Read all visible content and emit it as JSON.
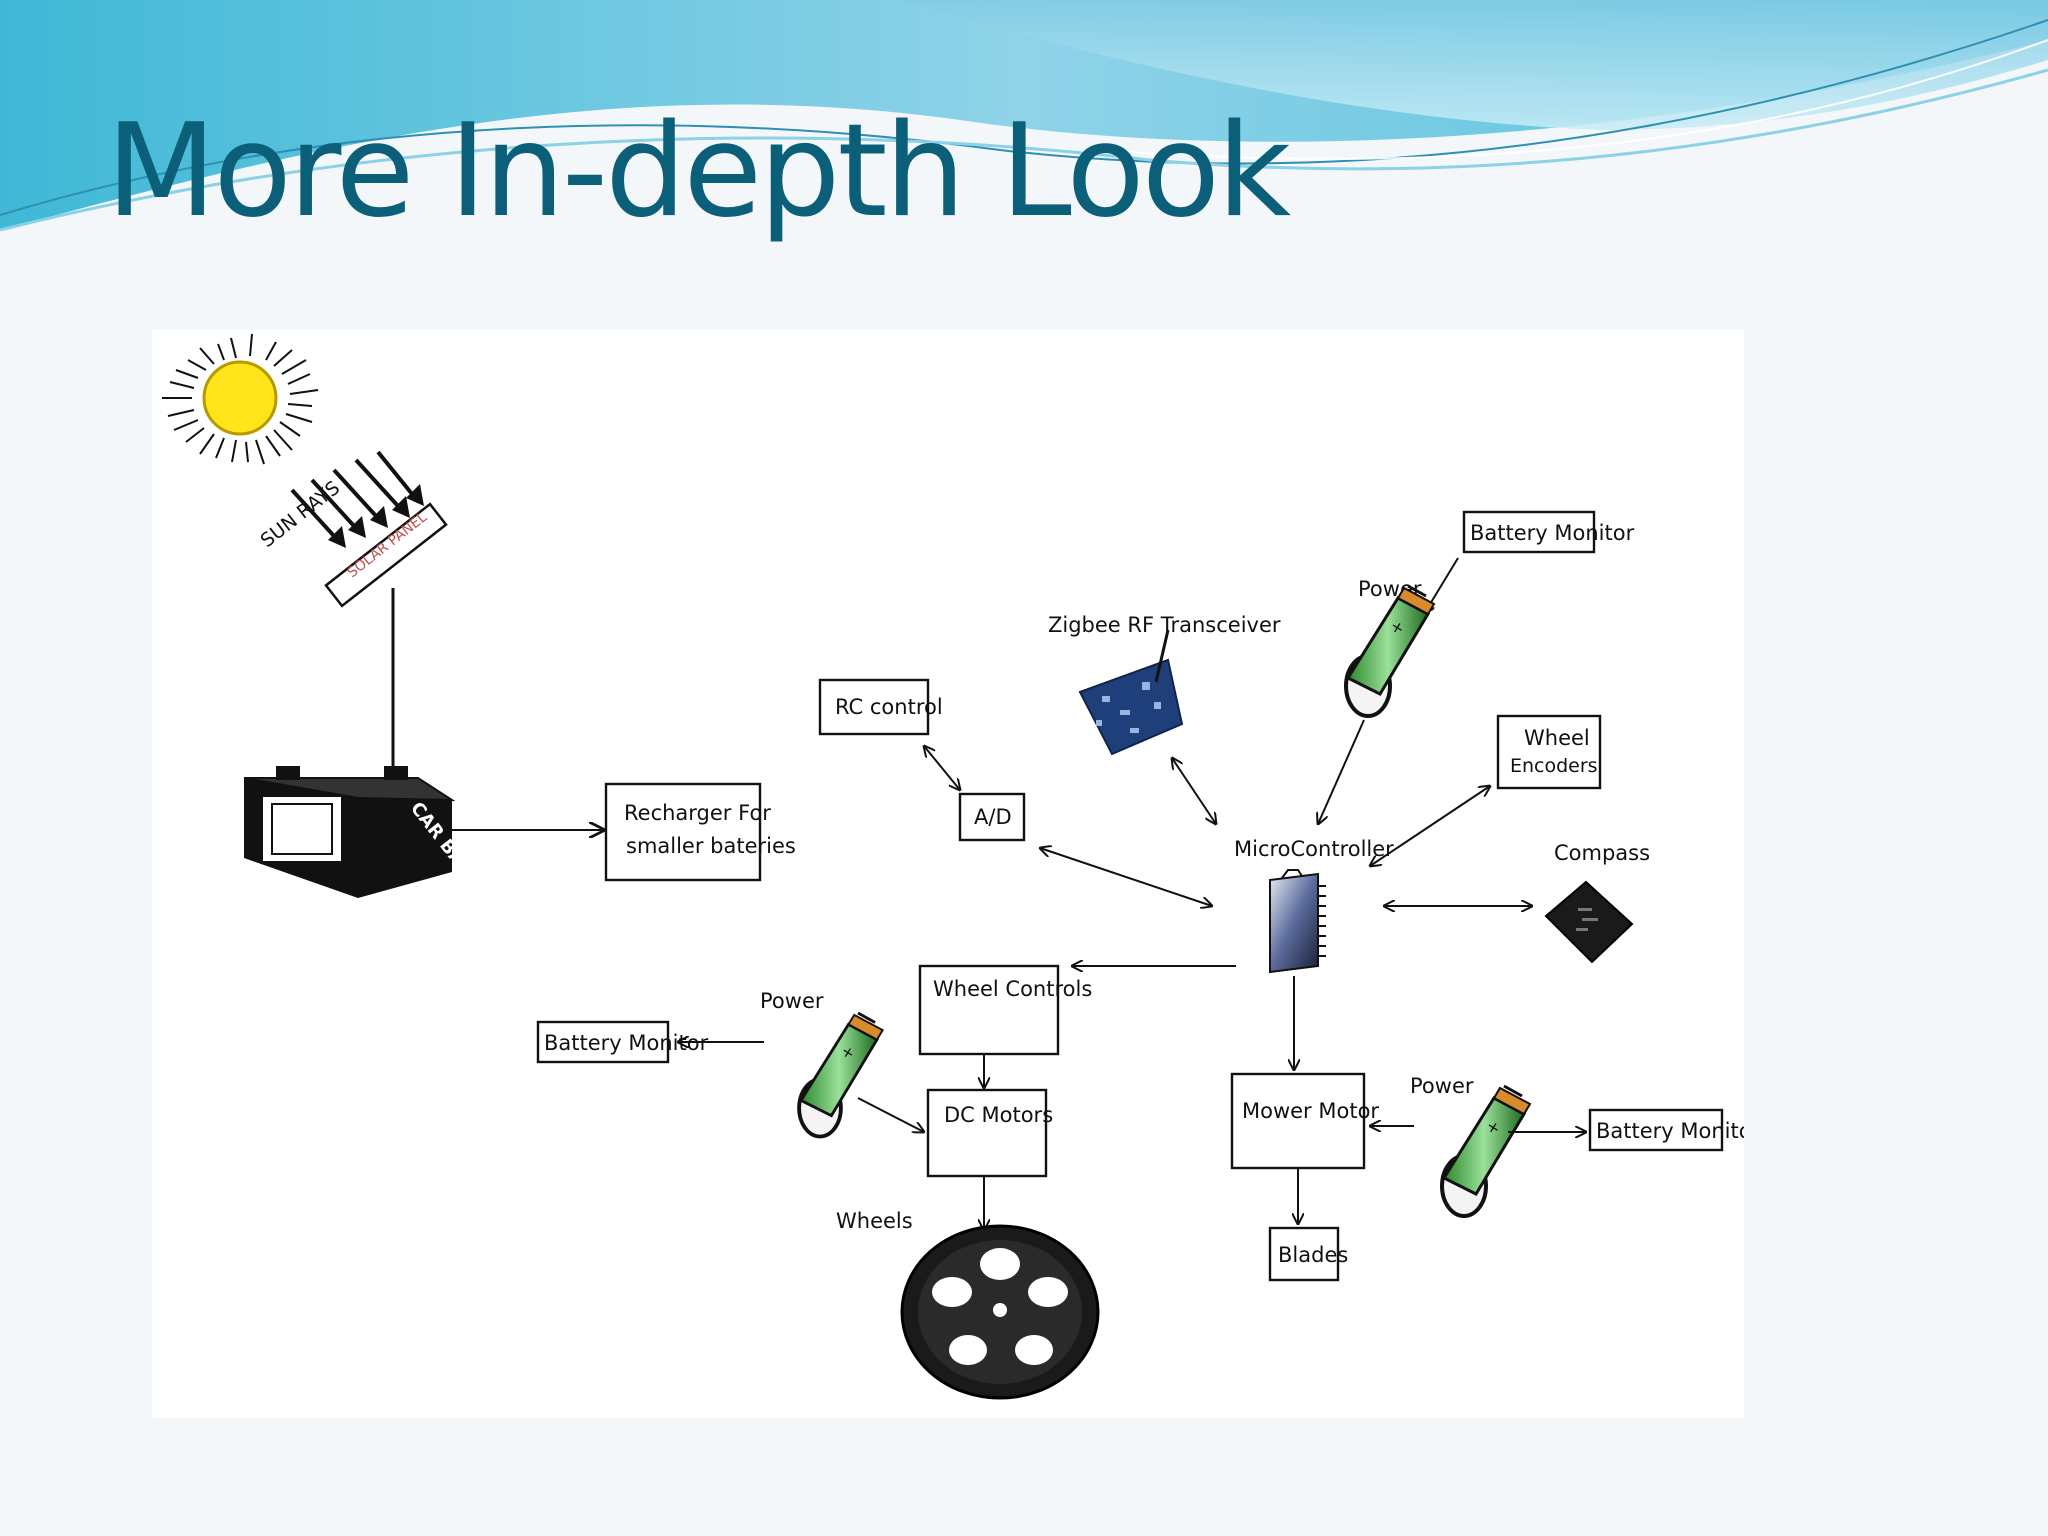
{
  "slide": {
    "title": "More In-depth Look"
  },
  "colors": {
    "title": "#0b5f78",
    "wave_dark": "#5fb8d8",
    "wave_light": "#9dd9ec",
    "panel": "#ffffff"
  },
  "diagram": {
    "sun_rays_label": "SUN RAYS",
    "solar_panel_label": "SOLAR PANEL",
    "car_battery_label": "CAR BATTERY",
    "recharger_line1": "Recharger For",
    "recharger_line2": "smaller bateries",
    "rc_control": "RC control",
    "ad": "A/D",
    "zigbee": "Zigbee RF Transceiver",
    "power_top": "Power",
    "battery_monitor_top": "Battery Monitor",
    "wheel_encoders_line1": "Wheel",
    "wheel_encoders_line2": "Encoders",
    "microcontroller": "MicroController",
    "compass": "Compass",
    "wheel_controls": "Wheel Controls",
    "power_left": "Power",
    "battery_monitor_left": "Battery Monitor",
    "dc_motors": "DC Motors",
    "wheels": "Wheels",
    "mower_motor": "Mower Motor",
    "power_right": "Power",
    "battery_monitor_right": "Battery Monitor",
    "blades": "Blades"
  },
  "icons": [
    "sun-icon",
    "solar-panel-icon",
    "car-battery-icon",
    "zigbee-board-icon",
    "battery-cell-icon",
    "microcontroller-chip-icon",
    "compass-chip-icon",
    "wheel-icon"
  ]
}
